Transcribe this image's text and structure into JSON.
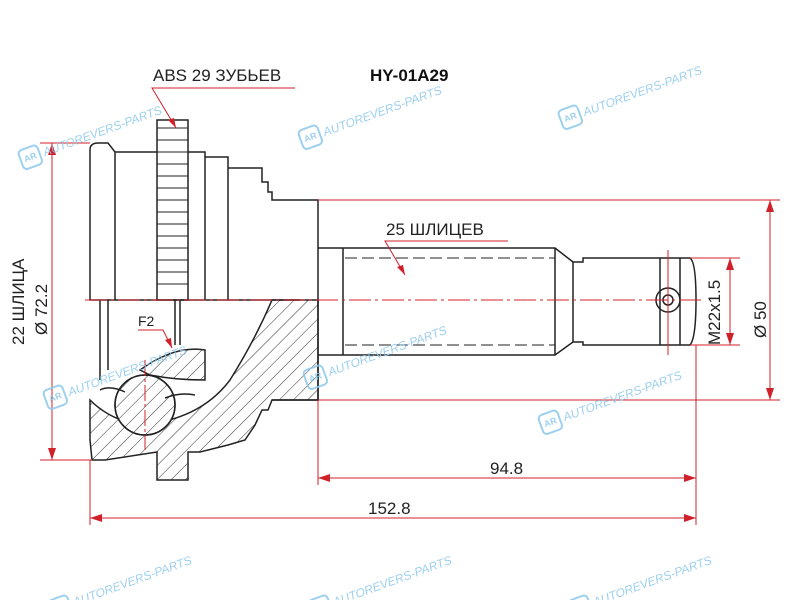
{
  "part_number": "HY-01A29",
  "labels": {
    "abs": "ABS 29 ЗУБЬЕВ",
    "outer_splines": "25 ШЛИЦЕВ",
    "inner_splines": "22 ШЛИЦА",
    "f2": "F2"
  },
  "dimensions": {
    "outer_diameter": "Ø 72.2",
    "seal_diameter": "Ø 50",
    "thread": "M22x1.5",
    "shaft_length": "94.8",
    "total_length": "152.8"
  },
  "watermark": {
    "text": "AUTOREVERS-PARTS",
    "logo": "AR"
  },
  "colors": {
    "dimension": "#d0202a",
    "outline": "#222222",
    "watermark": "#8cc8ec"
  }
}
